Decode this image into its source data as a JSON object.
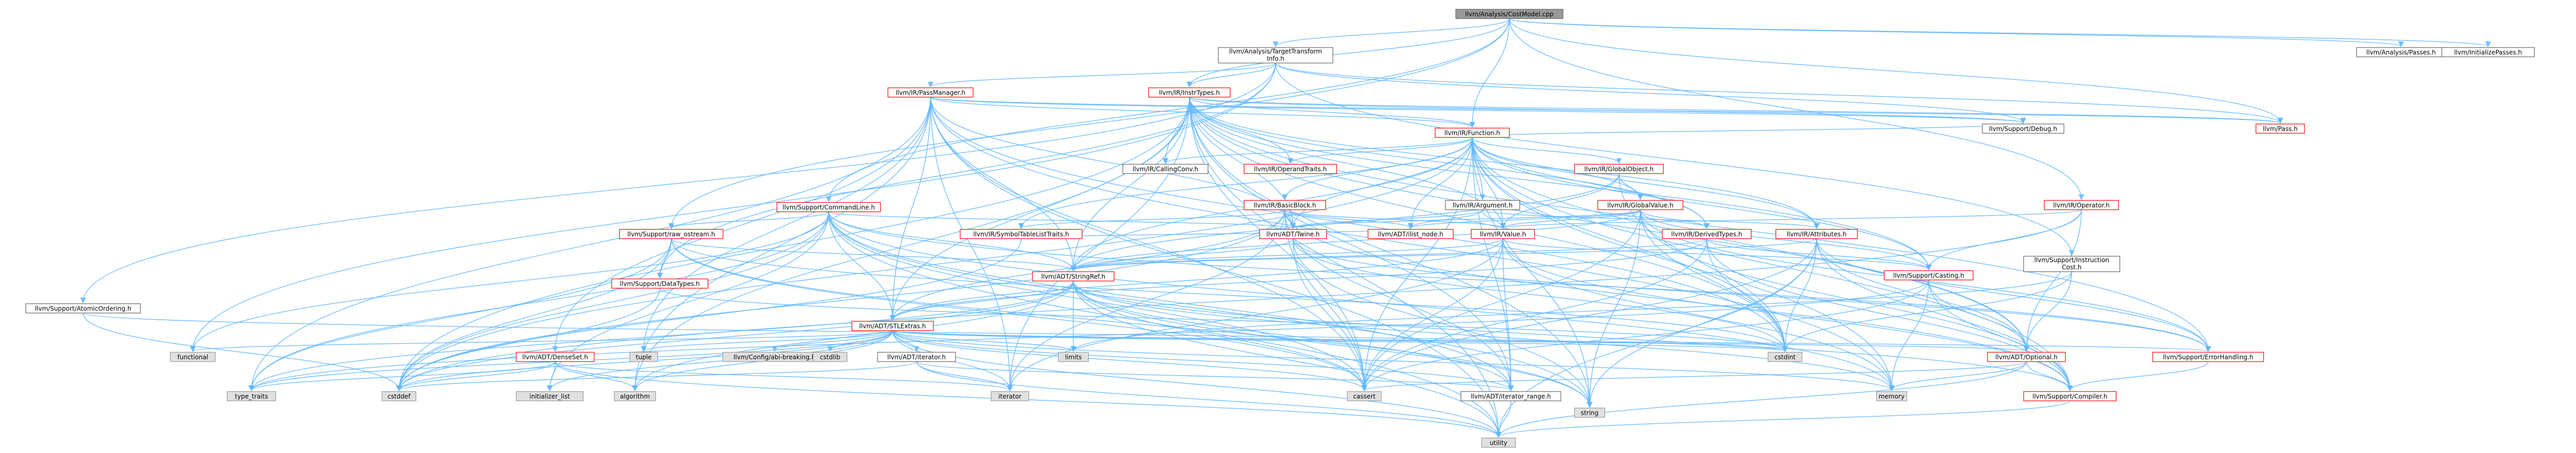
{
  "graph": {
    "nodes": [
      {
        "id": "root",
        "label": "llvm/Analysis/CostModel.cpp",
        "kind": "root"
      },
      {
        "id": "ttinfo",
        "label": "llvm/Analysis/TargetTransform\nInfo.h",
        "kind": "plain"
      },
      {
        "id": "passes",
        "label": "llvm/Analysis/Passes.h",
        "kind": "plain"
      },
      {
        "id": "initpasses",
        "label": "llvm/InitializePasses.h",
        "kind": "plain"
      },
      {
        "id": "passmgr",
        "label": "llvm/IR/PassManager.h",
        "kind": "doc"
      },
      {
        "id": "insttypes",
        "label": "llvm/IR/InstrTypes.h",
        "kind": "doc"
      },
      {
        "id": "irfunction",
        "label": "llvm/IR/Function.h",
        "kind": "doc"
      },
      {
        "id": "debug",
        "label": "llvm/Support/Debug.h",
        "kind": "plain"
      },
      {
        "id": "pass",
        "label": "llvm/Pass.h",
        "kind": "doc"
      },
      {
        "id": "callingconv",
        "label": "llvm/IR/CallingConv.h",
        "kind": "plain"
      },
      {
        "id": "optraits",
        "label": "llvm/IR/OperandTraits.h",
        "kind": "doc"
      },
      {
        "id": "globalobj",
        "label": "llvm/IR/GlobalObject.h",
        "kind": "doc"
      },
      {
        "id": "argument",
        "label": "llvm/IR/Argument.h",
        "kind": "plain"
      },
      {
        "id": "globalval",
        "label": "llvm/IR/GlobalValue.h",
        "kind": "doc"
      },
      {
        "id": "operator",
        "label": "llvm/IR/Operator.h",
        "kind": "doc"
      },
      {
        "id": "cmdline",
        "label": "llvm/Support/CommandLine.h",
        "kind": "doc"
      },
      {
        "id": "basicblock",
        "label": "llvm/IR/BasicBlock.h",
        "kind": "doc"
      },
      {
        "id": "rawostream",
        "label": "llvm/Support/raw_ostream.h",
        "kind": "doc"
      },
      {
        "id": "symtab",
        "label": "llvm/IR/SymbolTableListTraits.h",
        "kind": "doc"
      },
      {
        "id": "twine",
        "label": "llvm/ADT/Twine.h",
        "kind": "doc"
      },
      {
        "id": "ilistnode",
        "label": "llvm/ADT/ilist_node.h",
        "kind": "doc"
      },
      {
        "id": "irvalue",
        "label": "llvm/IR/Value.h",
        "kind": "doc"
      },
      {
        "id": "derived",
        "label": "llvm/IR/DerivedTypes.h",
        "kind": "doc"
      },
      {
        "id": "attributes",
        "label": "llvm/IR/Attributes.h",
        "kind": "doc"
      },
      {
        "id": "instcost",
        "label": "llvm/Support/Instruction\nCost.h",
        "kind": "plain"
      },
      {
        "id": "datatypes",
        "label": "llvm/Support/DataTypes.h",
        "kind": "doc"
      },
      {
        "id": "stringref",
        "label": "llvm/ADT/StringRef.h",
        "kind": "doc"
      },
      {
        "id": "casting",
        "label": "llvm/Support/Casting.h",
        "kind": "doc"
      },
      {
        "id": "atomicord",
        "label": "llvm/Support/AtomicOrdering.h",
        "kind": "plain"
      },
      {
        "id": "stlextras",
        "label": "llvm/ADT/STLExtras.h",
        "kind": "doc"
      },
      {
        "id": "densemap",
        "label": "llvm/ADT/DenseSet.h",
        "kind": "doc"
      },
      {
        "id": "errhandling",
        "label": "llvm/Support/ErrorHandling.h",
        "kind": "doc"
      },
      {
        "id": "optional",
        "label": "llvm/ADT/Optional.h",
        "kind": "doc"
      },
      {
        "id": "functional",
        "label": "functional",
        "kind": "std"
      },
      {
        "id": "tuple",
        "label": "tuple",
        "kind": "std"
      },
      {
        "id": "configabi",
        "label": "llvm/Config/abi-breaking.h",
        "kind": "std"
      },
      {
        "id": "cstdlib",
        "label": "cstdlib",
        "kind": "std"
      },
      {
        "id": "adtiterator",
        "label": "llvm/ADT/iterator.h",
        "kind": "plain"
      },
      {
        "id": "limits",
        "label": "limits",
        "kind": "std"
      },
      {
        "id": "cstdint",
        "label": "cstdint",
        "kind": "std"
      },
      {
        "id": "typetraits",
        "label": "type_traits",
        "kind": "std"
      },
      {
        "id": "cstddef",
        "label": "cstddef",
        "kind": "std"
      },
      {
        "id": "initlist",
        "label": "initializer_list",
        "kind": "std"
      },
      {
        "id": "algorithm",
        "label": "algorithm",
        "kind": "std"
      },
      {
        "id": "iterator",
        "label": "iterator",
        "kind": "std"
      },
      {
        "id": "cassert",
        "label": "cassert",
        "kind": "std"
      },
      {
        "id": "iterrange",
        "label": "llvm/ADT/iterator_range.h",
        "kind": "plain"
      },
      {
        "id": "memory",
        "label": "memory",
        "kind": "std"
      },
      {
        "id": "compiler",
        "label": "llvm/Support/Compiler.h",
        "kind": "doc"
      },
      {
        "id": "string",
        "label": "string",
        "kind": "std"
      },
      {
        "id": "utility",
        "label": "utility",
        "kind": "std"
      }
    ],
    "edges": [
      [
        "root",
        "ttinfo"
      ],
      [
        "root",
        "passes"
      ],
      [
        "root",
        "initpasses"
      ],
      [
        "root",
        "irfunction"
      ],
      [
        "root",
        "pass"
      ],
      [
        "root",
        "cmdline"
      ],
      [
        "root",
        "rawostream"
      ],
      [
        "root",
        "operator"
      ],
      [
        "root",
        "insttypes"
      ],
      [
        "ttinfo",
        "passmgr"
      ],
      [
        "ttinfo",
        "insttypes"
      ],
      [
        "ttinfo",
        "pass"
      ],
      [
        "ttinfo",
        "debug"
      ],
      [
        "ttinfo",
        "instcost"
      ],
      [
        "ttinfo",
        "atomicord"
      ],
      [
        "ttinfo",
        "datatypes"
      ],
      [
        "ttinfo",
        "functional"
      ],
      [
        "passmgr",
        "irfunction"
      ],
      [
        "passmgr",
        "stlextras"
      ],
      [
        "passmgr",
        "densemap"
      ],
      [
        "passmgr",
        "twine"
      ],
      [
        "passmgr",
        "stringref"
      ],
      [
        "passmgr",
        "typetraits"
      ],
      [
        "passmgr",
        "cassert"
      ],
      [
        "passmgr",
        "iterator"
      ],
      [
        "passmgr",
        "memory"
      ],
      [
        "passmgr",
        "algorithm"
      ],
      [
        "passmgr",
        "cstdint"
      ],
      [
        "passmgr",
        "tuple"
      ],
      [
        "passmgr",
        "utility"
      ],
      [
        "passmgr",
        "debug"
      ],
      [
        "passmgr",
        "pass"
      ],
      [
        "insttypes",
        "irfunction"
      ],
      [
        "insttypes",
        "callingconv"
      ],
      [
        "insttypes",
        "optraits"
      ],
      [
        "insttypes",
        "attributes"
      ],
      [
        "insttypes",
        "derived"
      ],
      [
        "insttypes",
        "irvalue"
      ],
      [
        "insttypes",
        "stlextras"
      ],
      [
        "insttypes",
        "stringref"
      ],
      [
        "insttypes",
        "twine"
      ],
      [
        "insttypes",
        "casting"
      ],
      [
        "insttypes",
        "optional"
      ],
      [
        "insttypes",
        "iterrange"
      ],
      [
        "insttypes",
        "errhandling"
      ],
      [
        "insttypes",
        "algorithm"
      ],
      [
        "insttypes",
        "cassert"
      ],
      [
        "insttypes",
        "cstddef"
      ],
      [
        "insttypes",
        "cstdint"
      ],
      [
        "insttypes",
        "iterator"
      ],
      [
        "insttypes",
        "string"
      ],
      [
        "insttypes",
        "utility"
      ],
      [
        "insttypes",
        "pass"
      ],
      [
        "insttypes",
        "debug"
      ],
      [
        "irfunction",
        "callingconv"
      ],
      [
        "irfunction",
        "optraits"
      ],
      [
        "irfunction",
        "globalobj"
      ],
      [
        "irfunction",
        "argument"
      ],
      [
        "irfunction",
        "basicblock"
      ],
      [
        "irfunction",
        "symtab"
      ],
      [
        "irfunction",
        "attributes"
      ],
      [
        "irfunction",
        "derived"
      ],
      [
        "irfunction",
        "irvalue"
      ],
      [
        "irfunction",
        "twine"
      ],
      [
        "irfunction",
        "stringref"
      ],
      [
        "irfunction",
        "ilistnode"
      ],
      [
        "irfunction",
        "casting"
      ],
      [
        "irfunction",
        "compiler"
      ],
      [
        "irfunction",
        "optional"
      ],
      [
        "irfunction",
        "iterrange"
      ],
      [
        "irfunction",
        "cassert"
      ],
      [
        "irfunction",
        "cstddef"
      ],
      [
        "irfunction",
        "cstdint"
      ],
      [
        "irfunction",
        "memory"
      ],
      [
        "irfunction",
        "string"
      ],
      [
        "irfunction",
        "globalval"
      ],
      [
        "irfunction",
        "debug"
      ],
      [
        "globalobj",
        "globalval"
      ],
      [
        "globalobj",
        "irvalue"
      ],
      [
        "globalobj",
        "stringref"
      ],
      [
        "globalobj",
        "cstdint"
      ],
      [
        "argument",
        "irvalue"
      ],
      [
        "argument",
        "twine"
      ],
      [
        "argument",
        "ilistnode"
      ],
      [
        "argument",
        "attributes"
      ],
      [
        "globalval",
        "irvalue"
      ],
      [
        "globalval",
        "derived"
      ],
      [
        "globalval",
        "twine"
      ],
      [
        "globalval",
        "stringref"
      ],
      [
        "globalval",
        "casting"
      ],
      [
        "globalval",
        "errhandling"
      ],
      [
        "globalval",
        "compiler"
      ],
      [
        "globalval",
        "cassert"
      ],
      [
        "globalval",
        "cstdint"
      ],
      [
        "globalval",
        "string"
      ],
      [
        "globalval",
        "ilistnode"
      ],
      [
        "operator",
        "irvalue"
      ],
      [
        "operator",
        "casting"
      ],
      [
        "operator",
        "optional"
      ],
      [
        "operator",
        "cstddef"
      ],
      [
        "cmdline",
        "stlextras"
      ],
      [
        "cmdline",
        "stringref"
      ],
      [
        "cmdline",
        "twine"
      ],
      [
        "cmdline",
        "errhandling"
      ],
      [
        "cmdline",
        "rawostream"
      ],
      [
        "cmdline",
        "iterrange"
      ],
      [
        "cmdline",
        "cassert"
      ],
      [
        "cmdline",
        "cstddef"
      ],
      [
        "cmdline",
        "functional"
      ],
      [
        "cmdline",
        "initlist"
      ],
      [
        "cmdline",
        "string"
      ],
      [
        "cmdline",
        "typetraits"
      ],
      [
        "cmdline",
        "memory"
      ],
      [
        "cmdline",
        "utility"
      ],
      [
        "basicblock",
        "twine"
      ],
      [
        "basicblock",
        "ilistnode"
      ],
      [
        "basicblock",
        "irvalue"
      ],
      [
        "basicblock",
        "symtab"
      ],
      [
        "basicblock",
        "stlextras"
      ],
      [
        "basicblock",
        "iterator"
      ],
      [
        "basicblock",
        "cassert"
      ],
      [
        "basicblock",
        "cstddef"
      ],
      [
        "basicblock",
        "compiler"
      ],
      [
        "basicblock",
        "iterrange"
      ],
      [
        "rawostream",
        "stringref"
      ],
      [
        "rawostream",
        "datatypes"
      ],
      [
        "rawostream",
        "cassert"
      ],
      [
        "rawostream",
        "cstddef"
      ],
      [
        "rawostream",
        "cstdint"
      ],
      [
        "rawostream",
        "string"
      ],
      [
        "rawostream",
        "typetraits"
      ],
      [
        "symtab",
        "ilistnode"
      ],
      [
        "symtab",
        "cstddef"
      ],
      [
        "twine",
        "stringref"
      ],
      [
        "twine",
        "errhandling"
      ],
      [
        "twine",
        "cassert"
      ],
      [
        "twine",
        "cstdint"
      ],
      [
        "twine",
        "string"
      ],
      [
        "irvalue",
        "stringref"
      ],
      [
        "irvalue",
        "casting"
      ],
      [
        "irvalue",
        "iterrange"
      ],
      [
        "irvalue",
        "compiler"
      ],
      [
        "irvalue",
        "cassert"
      ],
      [
        "irvalue",
        "iterator"
      ],
      [
        "irvalue",
        "memory"
      ],
      [
        "irvalue",
        "stlextras"
      ],
      [
        "derived",
        "stringref"
      ],
      [
        "derived",
        "casting"
      ],
      [
        "derived",
        "compiler"
      ],
      [
        "derived",
        "cassert"
      ],
      [
        "derived",
        "cstdint"
      ],
      [
        "derived",
        "stlextras"
      ],
      [
        "attributes",
        "stringref"
      ],
      [
        "attributes",
        "optional"
      ],
      [
        "attributes",
        "compiler"
      ],
      [
        "attributes",
        "cassert"
      ],
      [
        "attributes",
        "cstdint"
      ],
      [
        "attributes",
        "string"
      ],
      [
        "attributes",
        "utility"
      ],
      [
        "attributes",
        "errhandling"
      ],
      [
        "instcost",
        "optional"
      ],
      [
        "instcost",
        "cstdint"
      ],
      [
        "instcost",
        "limits"
      ],
      [
        "datatypes",
        "cstdint"
      ],
      [
        "datatypes",
        "cstddef"
      ],
      [
        "stringref",
        "stlextras"
      ],
      [
        "stringref",
        "iterrange"
      ],
      [
        "stringref",
        "compiler"
      ],
      [
        "stringref",
        "algorithm"
      ],
      [
        "stringref",
        "cassert"
      ],
      [
        "stringref",
        "cstddef"
      ],
      [
        "stringref",
        "cstring"
      ],
      [
        "stringref",
        "limits"
      ],
      [
        "stringref",
        "string"
      ],
      [
        "stringref",
        "typetraits"
      ],
      [
        "stringref",
        "utility"
      ],
      [
        "stringref",
        "memory"
      ],
      [
        "casting",
        "compiler"
      ],
      [
        "casting",
        "optional"
      ],
      [
        "casting",
        "cassert"
      ],
      [
        "casting",
        "memory"
      ],
      [
        "casting",
        "typetraits"
      ],
      [
        "atomicord",
        "cstddef"
      ],
      [
        "atomicord",
        "cstdint"
      ],
      [
        "stlextras",
        "configabi"
      ],
      [
        "stlextras",
        "adtiterator"
      ],
      [
        "stlextras",
        "iterrange"
      ],
      [
        "stlextras",
        "errhandling"
      ],
      [
        "stlextras",
        "algorithm"
      ],
      [
        "stlextras",
        "cassert"
      ],
      [
        "stlextras",
        "cstddef"
      ],
      [
        "stlextras",
        "cstdint"
      ],
      [
        "stlextras",
        "cstdlib"
      ],
      [
        "stlextras",
        "functional"
      ],
      [
        "stlextras",
        "initlist"
      ],
      [
        "stlextras",
        "iterator"
      ],
      [
        "stlextras",
        "limits"
      ],
      [
        "stlextras",
        "memory"
      ],
      [
        "stlextras",
        "tuple"
      ],
      [
        "stlextras",
        "typetraits"
      ],
      [
        "stlextras",
        "utility"
      ],
      [
        "stlextras",
        "optional"
      ],
      [
        "densemap",
        "algorithm"
      ],
      [
        "densemap",
        "cstddef"
      ],
      [
        "densemap",
        "initlist"
      ],
      [
        "densemap",
        "iterator"
      ],
      [
        "densemap",
        "utility"
      ],
      [
        "densemap",
        "typetraits"
      ],
      [
        "errhandling",
        "compiler"
      ],
      [
        "optional",
        "compiler"
      ],
      [
        "optional",
        "cassert"
      ],
      [
        "optional",
        "utility"
      ],
      [
        "optional",
        "memory"
      ],
      [
        "adtiterator",
        "iterrange"
      ],
      [
        "adtiterator",
        "cstddef"
      ],
      [
        "adtiterator",
        "iterator"
      ],
      [
        "adtiterator",
        "utility"
      ],
      [
        "iterrange",
        "utility"
      ],
      [
        "compiler",
        "utility"
      ]
    ]
  }
}
